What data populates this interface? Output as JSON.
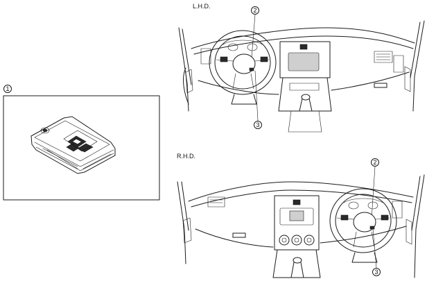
{
  "callouts": {
    "key": "1",
    "lhd_top": "2",
    "lhd_bottom": "3",
    "rhd_top": "2",
    "rhd_bottom": "3"
  },
  "labels": {
    "lhd": "L.H.D.",
    "rhd": "R.H.D."
  },
  "icons": [
    "key-fob-icon",
    "steering-wheel-icon",
    "dashboard-icon",
    "gear-shifter-icon"
  ]
}
